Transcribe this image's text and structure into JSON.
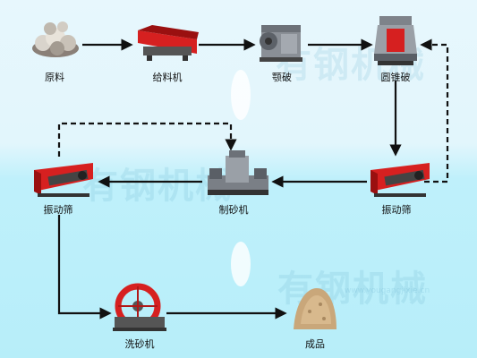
{
  "watermark": {
    "brand": "有钢机械",
    "url": "www.yougangjixie.cn"
  },
  "nodes": {
    "raw": "原料",
    "feeder": "给料机",
    "jaw": "颚破",
    "cone": "圆锥破",
    "screen_left": "振动筛",
    "sand_maker": "制砂机",
    "screen_right": "振动筛",
    "washer": "洗砂机",
    "product": "成品"
  },
  "colors": {
    "arrow": "#111111",
    "machine_red": "#d62020",
    "machine_grey": "#8a8f96",
    "background_top": "#e7f7fd",
    "background_bottom": "#b7eef9"
  }
}
